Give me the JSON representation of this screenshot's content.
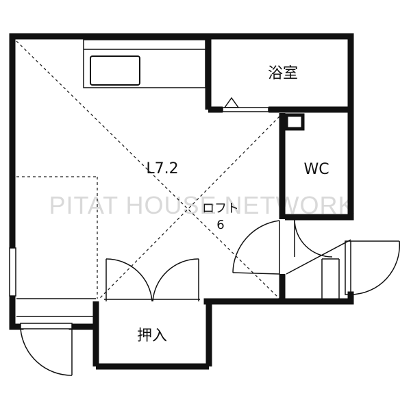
{
  "watermark": "PITAT HOUSE NETWORK",
  "rooms": {
    "bath": "浴室",
    "wc": "WC",
    "living": "L7.2",
    "loft": "ロフト",
    "loft_size": "6",
    "closet": "押入"
  },
  "colors": {
    "wall": "#111111",
    "dashed": "#222222",
    "watermark": "#d9d9d9",
    "background": "#ffffff"
  }
}
